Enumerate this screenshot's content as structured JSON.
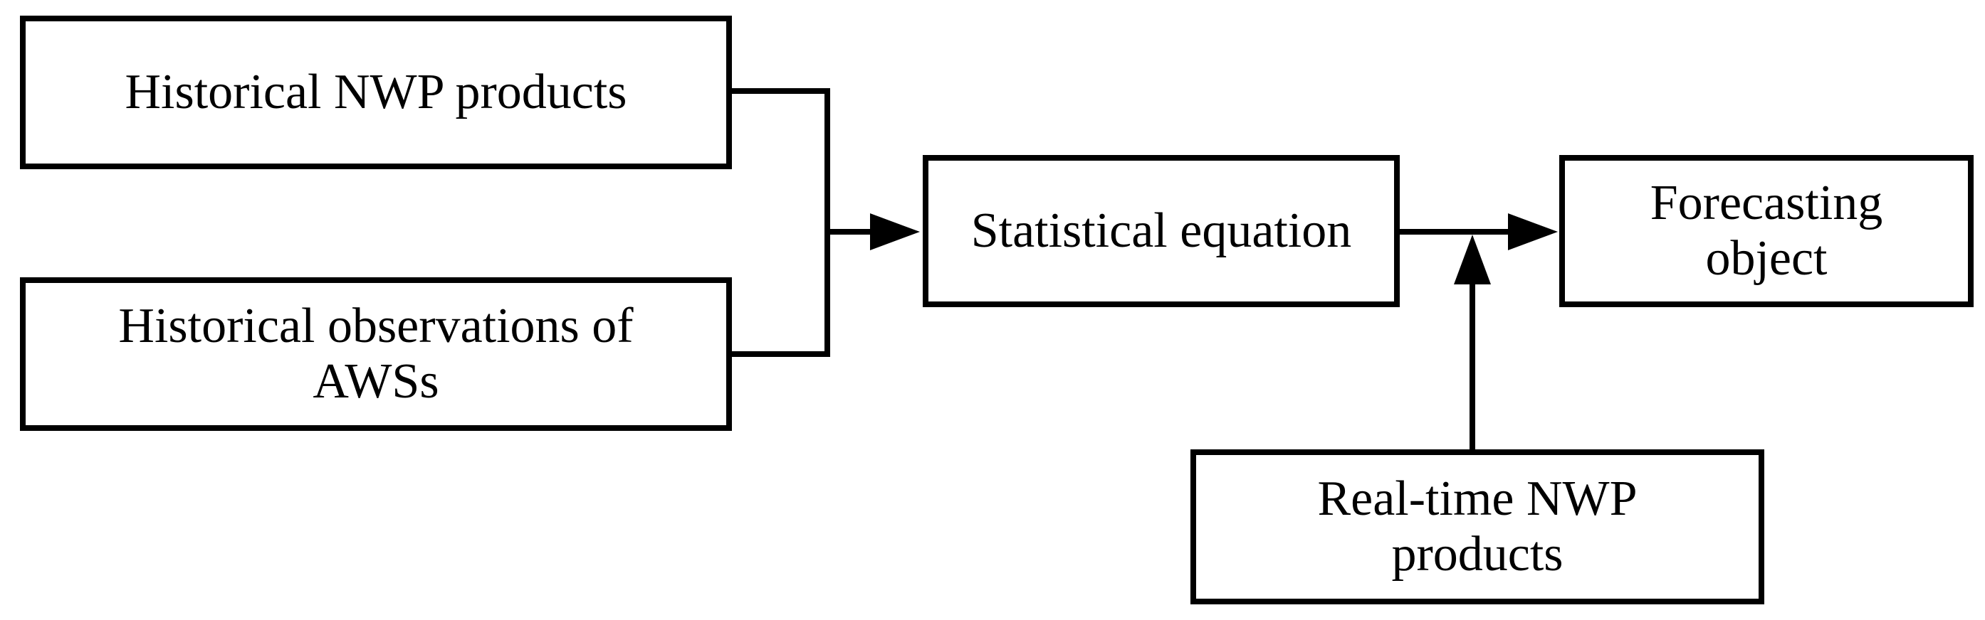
{
  "diagram": {
    "nodes": {
      "historical_nwp": "Historical NWP products",
      "historical_obs": "Historical observations of\nAWSs",
      "statistical_equation": "Statistical equation",
      "forecasting_object": "Forecasting\nobject",
      "realtime_nwp": "Real-time NWP\nproducts"
    },
    "edges": [
      {
        "from": "historical_nwp",
        "to": "statistical_equation"
      },
      {
        "from": "historical_obs",
        "to": "statistical_equation"
      },
      {
        "from": "statistical_equation",
        "to": "forecasting_object"
      },
      {
        "from": "realtime_nwp",
        "to": "forecasting_object"
      }
    ],
    "colors": {
      "stroke": "#000000",
      "fill": "#ffffff",
      "text": "#000000"
    }
  }
}
